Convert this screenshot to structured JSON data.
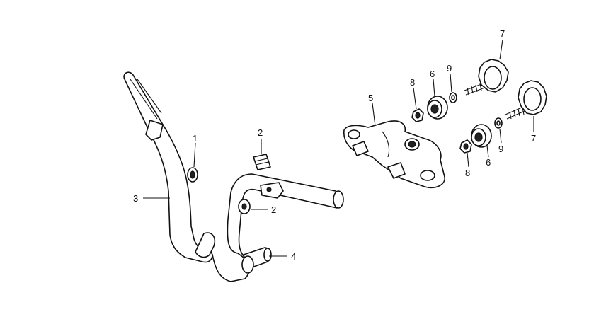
{
  "callouts": {
    "c1": "1",
    "c2a": "2",
    "c2b": "2",
    "c3": "3",
    "c4": "4",
    "c5": "5",
    "c6a": "6",
    "c6b": "6",
    "c7a": "7",
    "c7b": "7",
    "c8a": "8",
    "c8b": "8",
    "c9a": "9",
    "c9b": "9"
  }
}
